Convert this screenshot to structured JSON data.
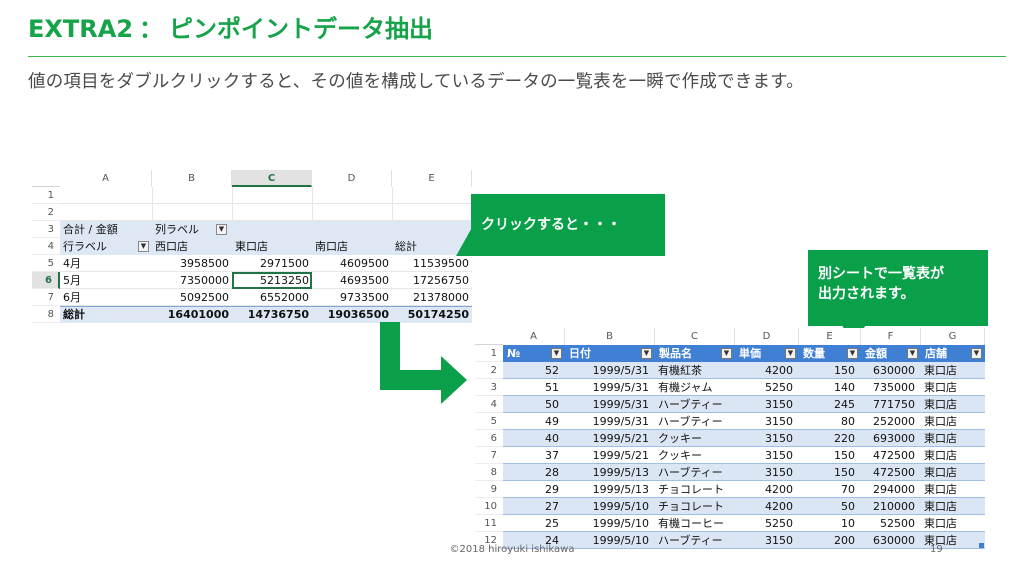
{
  "slide": {
    "title_prefix": "EXTRA2",
    "title_colon": "：",
    "title_main": "ピンポイントデータ抽出",
    "subtitle": "値の項目をダブルクリックすると、その値を構成しているデータの一覧表を一瞬で作成できます。",
    "footer": "©2018 hiroyuki ishikawa",
    "page_number": "19"
  },
  "callouts": {
    "click": "クリックすると・・・",
    "output_line1": "別シートで一覧表が",
    "output_line2": "出力されます。"
  },
  "pivot": {
    "col_letters": [
      "A",
      "B",
      "C",
      "D",
      "E"
    ],
    "selected_col": "C",
    "row_numbers": [
      "1",
      "2",
      "3",
      "4",
      "5",
      "6",
      "7",
      "8"
    ],
    "selected_row": "6",
    "row3": {
      "a": "合計 / 金額",
      "b": "列ラベル"
    },
    "row4": {
      "a": "行ラベル",
      "b": "西口店",
      "c": "東口店",
      "d": "南口店",
      "e": "総計"
    },
    "rows": [
      {
        "label": "4月",
        "b": "3958500",
        "c": "2971500",
        "d": "4609500",
        "e": "11539500"
      },
      {
        "label": "5月",
        "b": "7350000",
        "c": "5213250",
        "d": "4693500",
        "e": "17256750"
      },
      {
        "label": "6月",
        "b": "5092500",
        "c": "6552000",
        "d": "9733500",
        "e": "21378000"
      }
    ],
    "total": {
      "label": "総計",
      "b": "16401000",
      "c": "14736750",
      "d": "19036500",
      "e": "50174250"
    }
  },
  "detail": {
    "col_letters": [
      "A",
      "B",
      "C",
      "D",
      "E",
      "F",
      "G"
    ],
    "row_numbers": [
      "1",
      "2",
      "3",
      "4",
      "5",
      "6",
      "7",
      "8",
      "9",
      "10",
      "11",
      "12"
    ],
    "headers": [
      "№",
      "日付",
      "製品名",
      "単価",
      "数量",
      "金額",
      "店舗"
    ],
    "rows": [
      [
        "52",
        "1999/5/31",
        "有機紅茶",
        "4200",
        "150",
        "630000",
        "東口店"
      ],
      [
        "51",
        "1999/5/31",
        "有機ジャム",
        "5250",
        "140",
        "735000",
        "東口店"
      ],
      [
        "50",
        "1999/5/31",
        "ハーブティー",
        "3150",
        "245",
        "771750",
        "東口店"
      ],
      [
        "49",
        "1999/5/31",
        "ハーブティー",
        "3150",
        "80",
        "252000",
        "東口店"
      ],
      [
        "40",
        "1999/5/21",
        "クッキー",
        "3150",
        "220",
        "693000",
        "東口店"
      ],
      [
        "37",
        "1999/5/21",
        "クッキー",
        "3150",
        "150",
        "472500",
        "東口店"
      ],
      [
        "28",
        "1999/5/13",
        "ハーブティー",
        "3150",
        "150",
        "472500",
        "東口店"
      ],
      [
        "29",
        "1999/5/13",
        "チョコレート",
        "4200",
        "70",
        "294000",
        "東口店"
      ],
      [
        "27",
        "1999/5/10",
        "チョコレート",
        "4200",
        "50",
        "210000",
        "東口店"
      ],
      [
        "25",
        "1999/5/10",
        "有機コーヒー",
        "5250",
        "10",
        "52500",
        "東口店"
      ],
      [
        "24",
        "1999/5/10",
        "ハーブティー",
        "3150",
        "200",
        "630000",
        "東口店"
      ]
    ]
  },
  "colors": {
    "accent_green": "#0aa04a",
    "title_green": "#17a34a",
    "table_header_blue": "#3f7fd4",
    "band_blue": "#dbe6f4",
    "excel_select_green": "#217346"
  }
}
